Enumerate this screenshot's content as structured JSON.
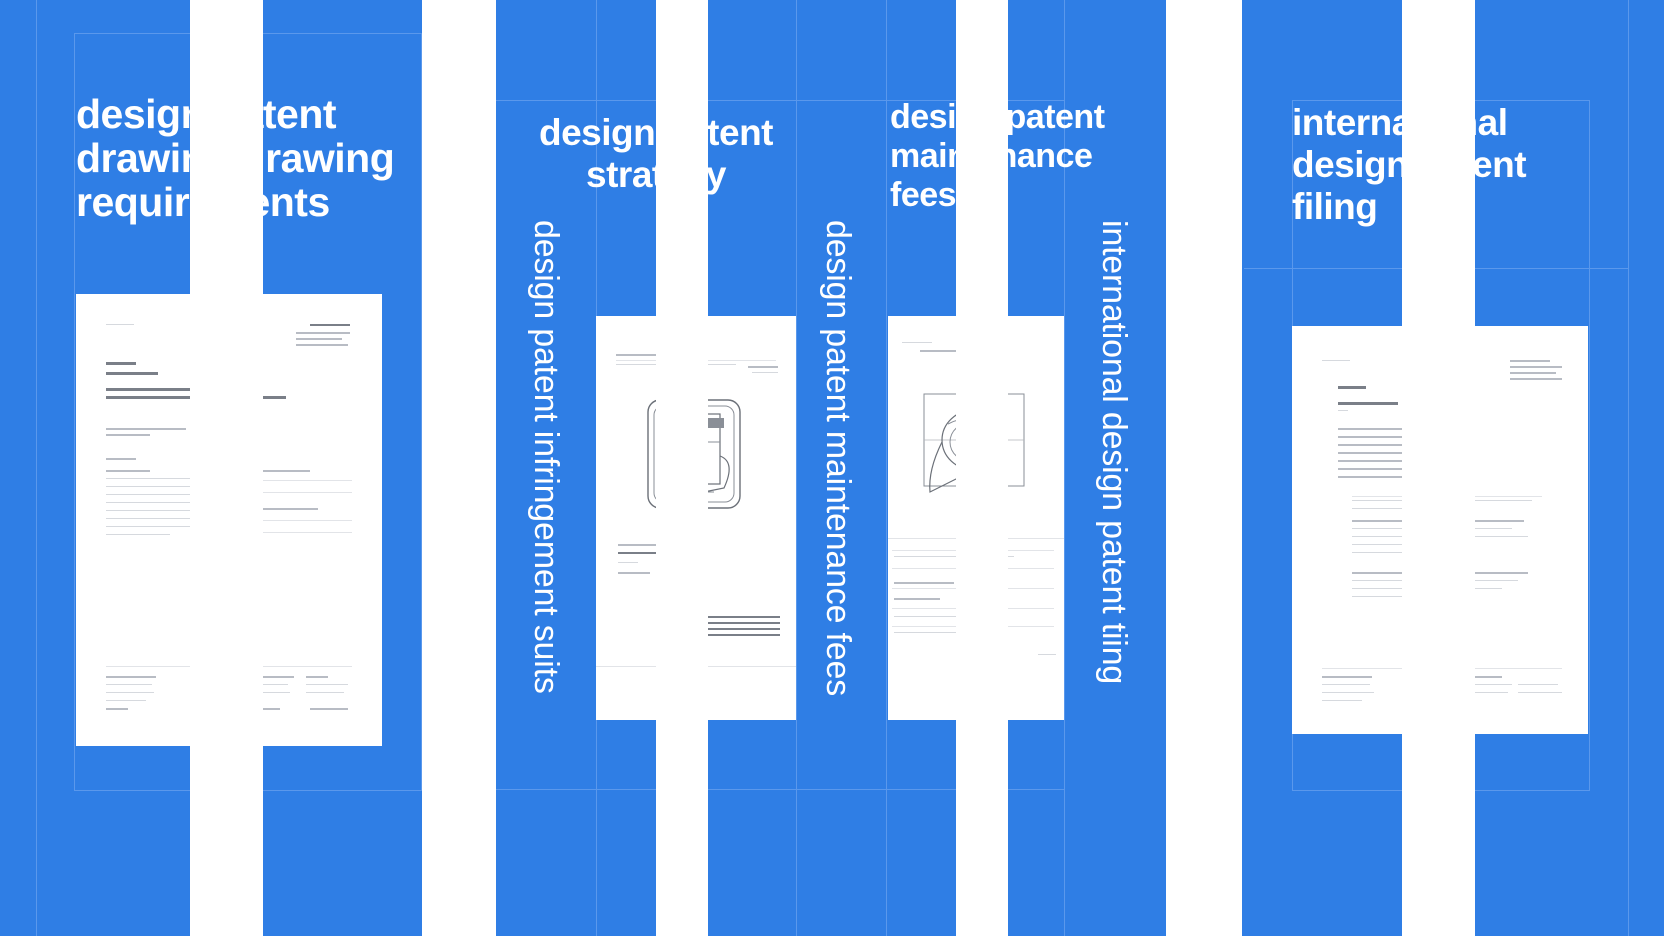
{
  "colors": {
    "background": "#2f7ee5",
    "gap": "#ffffff",
    "text": "#ffffff",
    "sheet": "#ffffff",
    "guide": "#5a98ec"
  },
  "panels": [
    {
      "title": "design patent\ndrawing drawing\nrequirements",
      "vertical_title": "",
      "sheet_icon": ""
    },
    {
      "title": "design patent\nstrategy",
      "vertical_title": "design patent infringement suits",
      "sheet_icon": "device-drawing-icon"
    },
    {
      "title": "design patent\nmaintenance\nfees",
      "vertical_title": "design patent maintenance fees",
      "sheet_icon": "contour-drawing-icon"
    },
    {
      "title": "international\ndesign patent\nfiling",
      "vertical_title": "international design patent tiing",
      "sheet_icon": ""
    }
  ]
}
